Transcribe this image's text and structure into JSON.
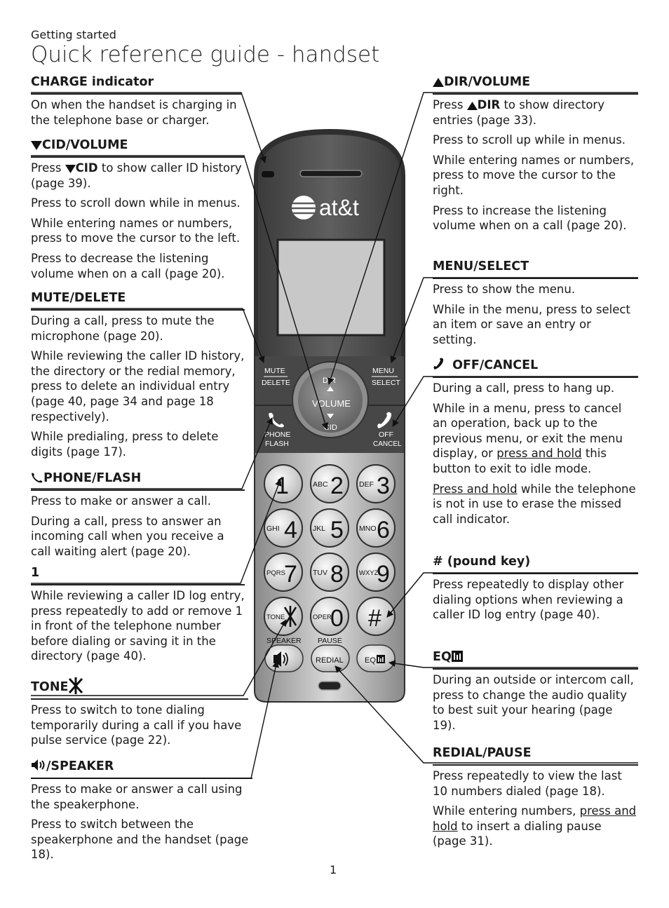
{
  "header": {
    "section": "Getting started",
    "title": "Quick reference guide - handset"
  },
  "page_number": "1",
  "left": {
    "charge": {
      "title": "CHARGE indicator",
      "p1": "On when the handset is charging in the telephone base or charger."
    },
    "cid": {
      "title": "CID/VOLUME",
      "p1_pre": "Press ",
      "p1_key": "CID",
      "p1_post": " to show caller ID history (page 39).",
      "p2": "Press to scroll down while in menus.",
      "p3": "While entering names or numbers, press to move the cursor to the left.",
      "p4": "Press to decrease the listening volume when on a call (page 20)."
    },
    "mute": {
      "title": "MUTE/DELETE",
      "p1": "During a call, press to mute the microphone (page 20).",
      "p2": "While reviewing the caller ID history, the directory or the redial memory, press to delete an individual entry (page 40, page 34 and page 18 respectively).",
      "p3": "While predialing, press to delete digits (page 17)."
    },
    "phone": {
      "title": "PHONE/FLASH",
      "p1": "Press to make or answer a call.",
      "p2": "During a call, press to answer an incoming call when you receive a call waiting alert (page 20)."
    },
    "one": {
      "title": "1",
      "p1": "While reviewing a caller ID log entry, press repeatedly to add or remove 1 in front of the telephone number before dialing or saving it in the directory (page 40)."
    },
    "tone": {
      "title": "TONE",
      "p1": "Press to switch to tone dialing temporarily during a call if you have pulse service (page 22)."
    },
    "speaker": {
      "title": "/SPEAKER",
      "p1": "Press to make or answer a call using the speakerphone.",
      "p2": "Press to switch between the speakerphone and the handset (page 18)."
    }
  },
  "right": {
    "dir": {
      "title": "DIR/VOLUME",
      "p1_pre": "Press ",
      "p1_key": "DIR",
      "p1_post": " to show directory entries (page 33).",
      "p2": "Press to scroll up while in menus.",
      "p3": "While entering names or numbers, press to move the cursor to the right.",
      "p4": "Press to increase the listening volume when on a call (page 20)."
    },
    "menu": {
      "title": "MENU/SELECT",
      "p1": "Press to show the menu.",
      "p2": "While in the menu, press to select an item or save an entry or setting."
    },
    "off": {
      "title": "OFF/CANCEL",
      "p1": "During a call, press to hang up.",
      "p2_pre": "While in a menu, press to cancel an operation, back up to the previous menu, or exit the menu display, or ",
      "p2_link": "press and hold",
      "p2_post": " this button to exit to idle mode.",
      "p3_link": "Press and hold",
      "p3_post": " while the telephone is not in use to erase the missed call indicator."
    },
    "pound": {
      "title": "# (pound key)",
      "p1": "Press repeatedly to display other dialing options when reviewing a caller ID log entry (page 40)."
    },
    "eq": {
      "title": "EQ",
      "p1": "During an outside or intercom call, press to change the audio quality to best suit your hearing (page 19)."
    },
    "redial": {
      "title": "REDIAL/PAUSE",
      "p1": "Press repeatedly to view the last 10 numbers dialed (page 18).",
      "p2_pre": "While entering numbers, ",
      "p2_link": "press and hold",
      "p2_post": " to insert a dialing pause (page 31)."
    }
  },
  "handset": {
    "brand": "at&t",
    "mute": "MUTE",
    "delete": "DELETE",
    "menu": "MENU",
    "select": "SELECT",
    "dir": "DIR",
    "volume": "VOLUME",
    "cid": "CID",
    "phone": "PHONE",
    "flash": "FLASH",
    "off": "OFF",
    "cancel": "CANCEL",
    "speaker": "SPEAKER",
    "pause": "PAUSE",
    "redial": "REDIAL",
    "eq": "EQ",
    "keys": [
      {
        "letters": "",
        "digit": "1"
      },
      {
        "letters": "ABC",
        "digit": "2"
      },
      {
        "letters": "DEF",
        "digit": "3"
      },
      {
        "letters": "GHI",
        "digit": "4"
      },
      {
        "letters": "JKL",
        "digit": "5"
      },
      {
        "letters": "MNO",
        "digit": "6"
      },
      {
        "letters": "PQRS",
        "digit": "7"
      },
      {
        "letters": "TUV",
        "digit": "8"
      },
      {
        "letters": "WXYZ",
        "digit": "9"
      },
      {
        "letters": "TONE",
        "digit": "*"
      },
      {
        "letters": "OPER",
        "digit": "0"
      },
      {
        "letters": "",
        "digit": "#"
      }
    ]
  }
}
